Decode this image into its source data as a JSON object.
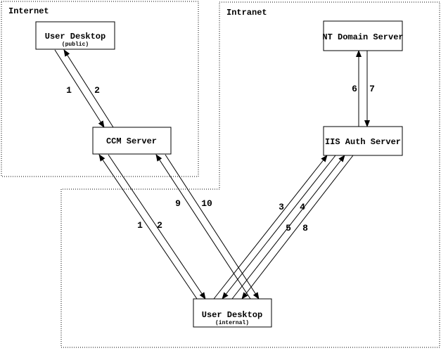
{
  "colors": {
    "ink": "#000000",
    "background": "#ffffff"
  },
  "diagram": {
    "zones": {
      "internet": {
        "label": "Internet"
      },
      "intranet": {
        "label": "Intranet"
      }
    },
    "nodes": {
      "user_desktop_public": {
        "title": "User Desktop",
        "subtitle": "(public)"
      },
      "ccm_server": {
        "title": "CCM Server"
      },
      "nt_domain_server": {
        "title": "NT Domain Server"
      },
      "iis_auth_server": {
        "title": "IIS Auth Server"
      },
      "user_desktop_internal": {
        "title": "User Desktop",
        "subtitle": "(internal)"
      }
    },
    "edges": [
      {
        "label": "1",
        "from": "user_desktop_public",
        "to": "ccm_server"
      },
      {
        "label": "2",
        "from": "ccm_server",
        "to": "user_desktop_public"
      },
      {
        "label": "1",
        "from": "user_desktop_internal",
        "to": "ccm_server"
      },
      {
        "label": "2",
        "from": "ccm_server",
        "to": "user_desktop_internal"
      },
      {
        "label": "9",
        "from": "user_desktop_internal",
        "to": "ccm_server"
      },
      {
        "label": "10",
        "from": "ccm_server",
        "to": "user_desktop_internal"
      },
      {
        "label": "3",
        "from": "user_desktop_internal",
        "to": "iis_auth_server"
      },
      {
        "label": "4",
        "from": "iis_auth_server",
        "to": "user_desktop_internal"
      },
      {
        "label": "5",
        "from": "user_desktop_internal",
        "to": "iis_auth_server"
      },
      {
        "label": "8",
        "from": "iis_auth_server",
        "to": "user_desktop_internal"
      },
      {
        "label": "6",
        "from": "iis_auth_server",
        "to": "nt_domain_server"
      },
      {
        "label": "7",
        "from": "nt_domain_server",
        "to": "iis_auth_server"
      }
    ]
  }
}
